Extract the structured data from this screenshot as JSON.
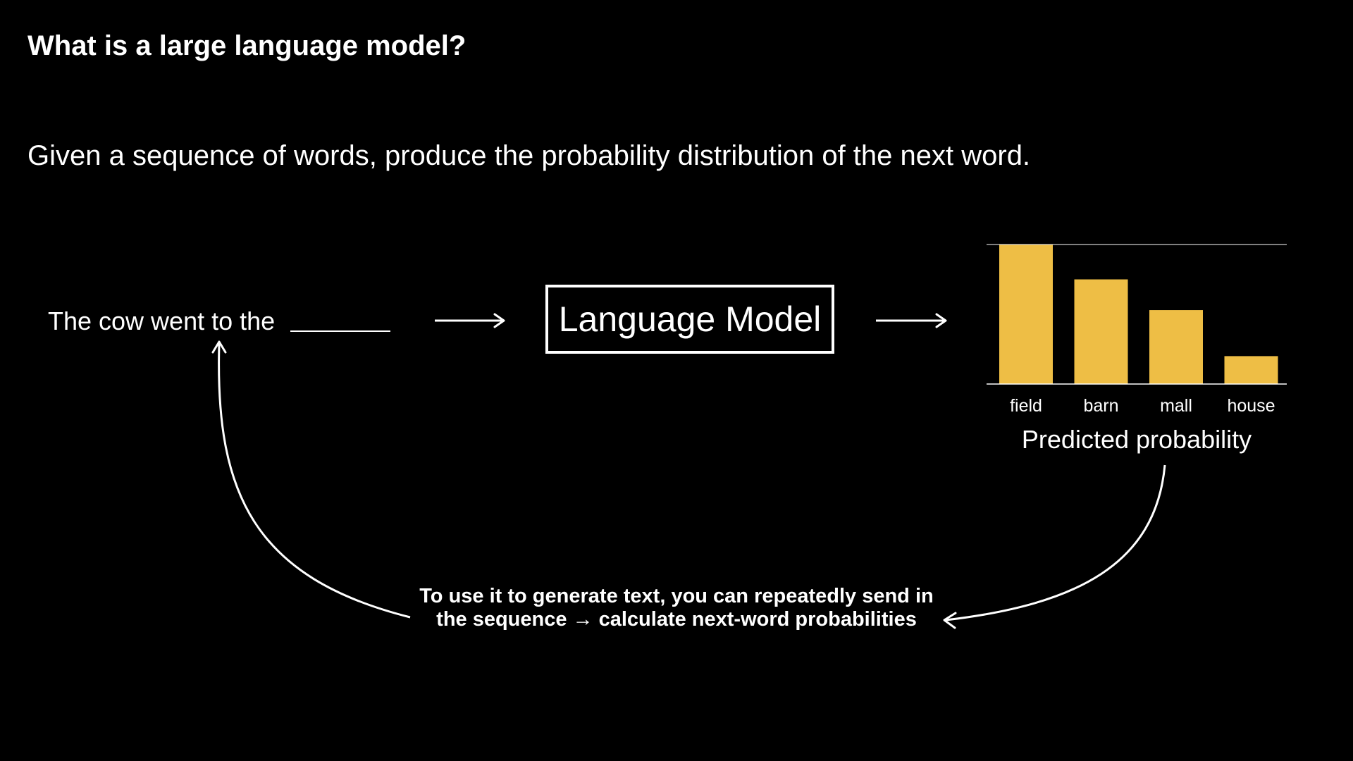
{
  "slide": {
    "title": "What is a large language model?",
    "subtitle": "Given a sequence of words, produce the probability distribution of the next word."
  },
  "diagram": {
    "prompt": "The cow went to the",
    "model_label": "Language Model",
    "caption_line1": "To use it to generate text, you can repeatedly send in",
    "caption_line2": "the sequence → calculate next-word probabilities"
  },
  "chart_data": {
    "type": "bar",
    "categories": [
      "field",
      "barn",
      "mall",
      "house"
    ],
    "values": [
      1.0,
      0.75,
      0.53,
      0.2
    ],
    "xlabel": "Predicted probability",
    "ylabel": "",
    "ylim": [
      0,
      1
    ],
    "grid": false,
    "bar_color": "#EEBE45"
  },
  "colors": {
    "background": "#000000",
    "foreground": "#ffffff",
    "accent": "#EEBE45"
  }
}
